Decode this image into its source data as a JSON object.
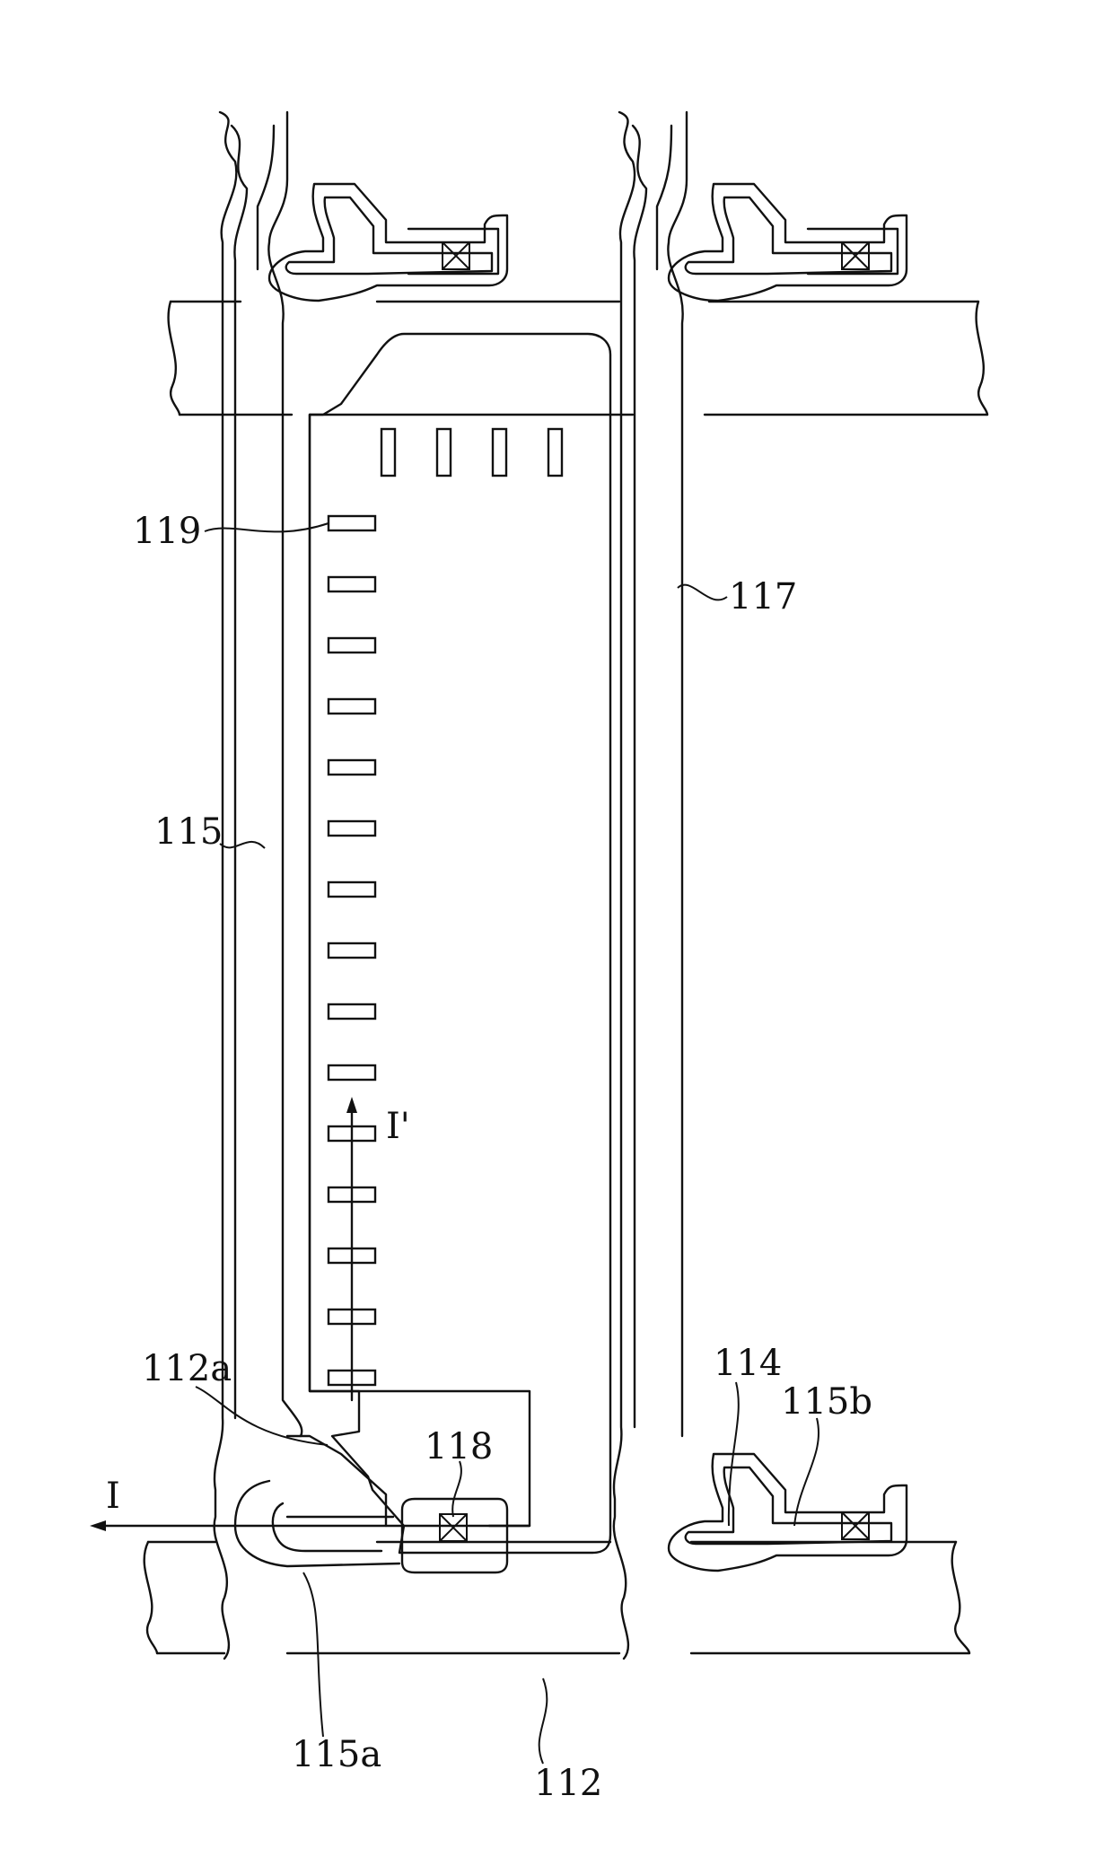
{
  "figure": {
    "labels": {
      "l119": "119",
      "l117": "117",
      "l115": "115",
      "lI_prime": "I'",
      "l112a": "112a",
      "l118": "118",
      "lI": "I",
      "l114": "114",
      "l115b": "115b",
      "l115a": "115a",
      "l112": "112"
    },
    "colors": {
      "line": "#111111",
      "background": "#ffffff"
    }
  }
}
